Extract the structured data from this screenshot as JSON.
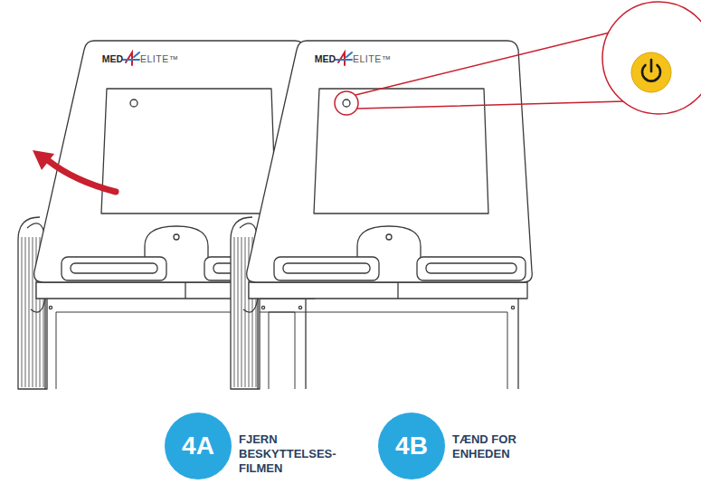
{
  "diagram": {
    "nodes": [
      {
        "text": [
          "4A",
          "FJERN BESKYTTELSES- FILMEN"
        ]
      },
      {
        "text": [
          "4B",
          "TÆND FOR ENHEDEN"
        ]
      }
    ],
    "labels": [
      "MED",
      "ELITE™",
      "MED",
      "ELITE™"
    ]
  }
}
